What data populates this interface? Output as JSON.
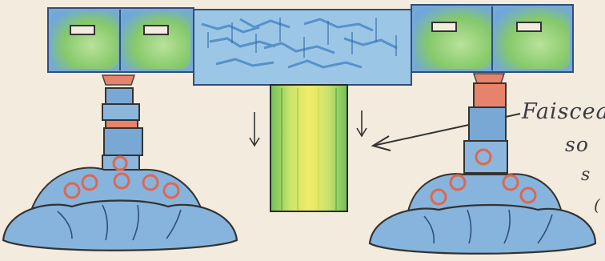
{
  "annotation": {
    "lines": [
      "Faiscea",
      "so",
      "s",
      "("
    ]
  },
  "colors": {
    "paper": "#f3ebdd",
    "pencil_blue": "#6fa8d8",
    "pencil_green": "#7fc26a",
    "pencil_yellow": "#e8e35a",
    "pencil_red": "#e0664f",
    "ink": "#3a3a42"
  }
}
